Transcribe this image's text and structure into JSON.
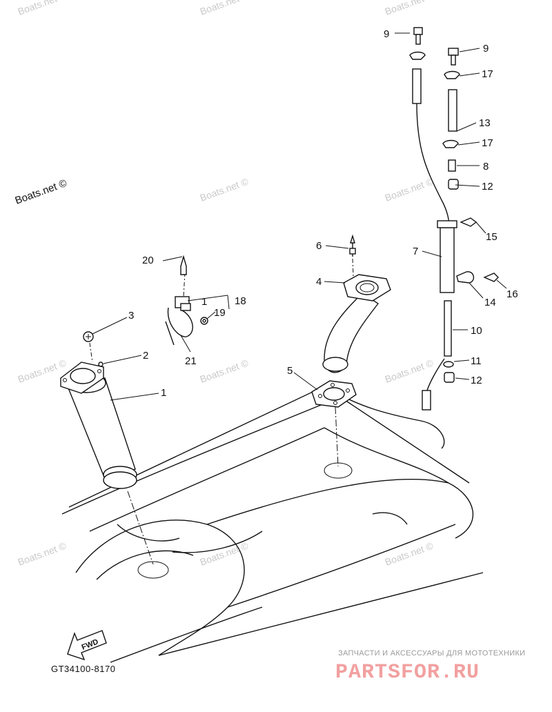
{
  "watermark": "Boats.net ©",
  "drawing_code": "GT34100-8170",
  "fwd_label": "FWD",
  "brand": {
    "tagline": "ЗАПЧАСТИ И АКСЕССУАРЫ ДЛЯ МОТОТЕХНИКИ",
    "name": "PARTSFOR.RU"
  },
  "callouts": [
    {
      "id": "c1",
      "text": "1"
    },
    {
      "id": "c2",
      "text": "2"
    },
    {
      "id": "c3",
      "text": "3"
    },
    {
      "id": "c4",
      "text": "4"
    },
    {
      "id": "c5",
      "text": "5"
    },
    {
      "id": "c6",
      "text": "6"
    },
    {
      "id": "c7",
      "text": "7"
    },
    {
      "id": "c8",
      "text": "8"
    },
    {
      "id": "c9a",
      "text": "9"
    },
    {
      "id": "c9b",
      "text": "9"
    },
    {
      "id": "c10",
      "text": "10"
    },
    {
      "id": "c11",
      "text": "11"
    },
    {
      "id": "c12a",
      "text": "12"
    },
    {
      "id": "c12b",
      "text": "12"
    },
    {
      "id": "c13",
      "text": "13"
    },
    {
      "id": "c14",
      "text": "14"
    },
    {
      "id": "c15",
      "text": "15"
    },
    {
      "id": "c16",
      "text": "16"
    },
    {
      "id": "c17a",
      "text": "17"
    },
    {
      "id": "c17b",
      "text": "17"
    },
    {
      "id": "c18",
      "text": "18"
    },
    {
      "id": "c19",
      "text": "19"
    },
    {
      "id": "c1b",
      "text": "1"
    },
    {
      "id": "c20",
      "text": "20"
    },
    {
      "id": "c21",
      "text": "21"
    }
  ]
}
